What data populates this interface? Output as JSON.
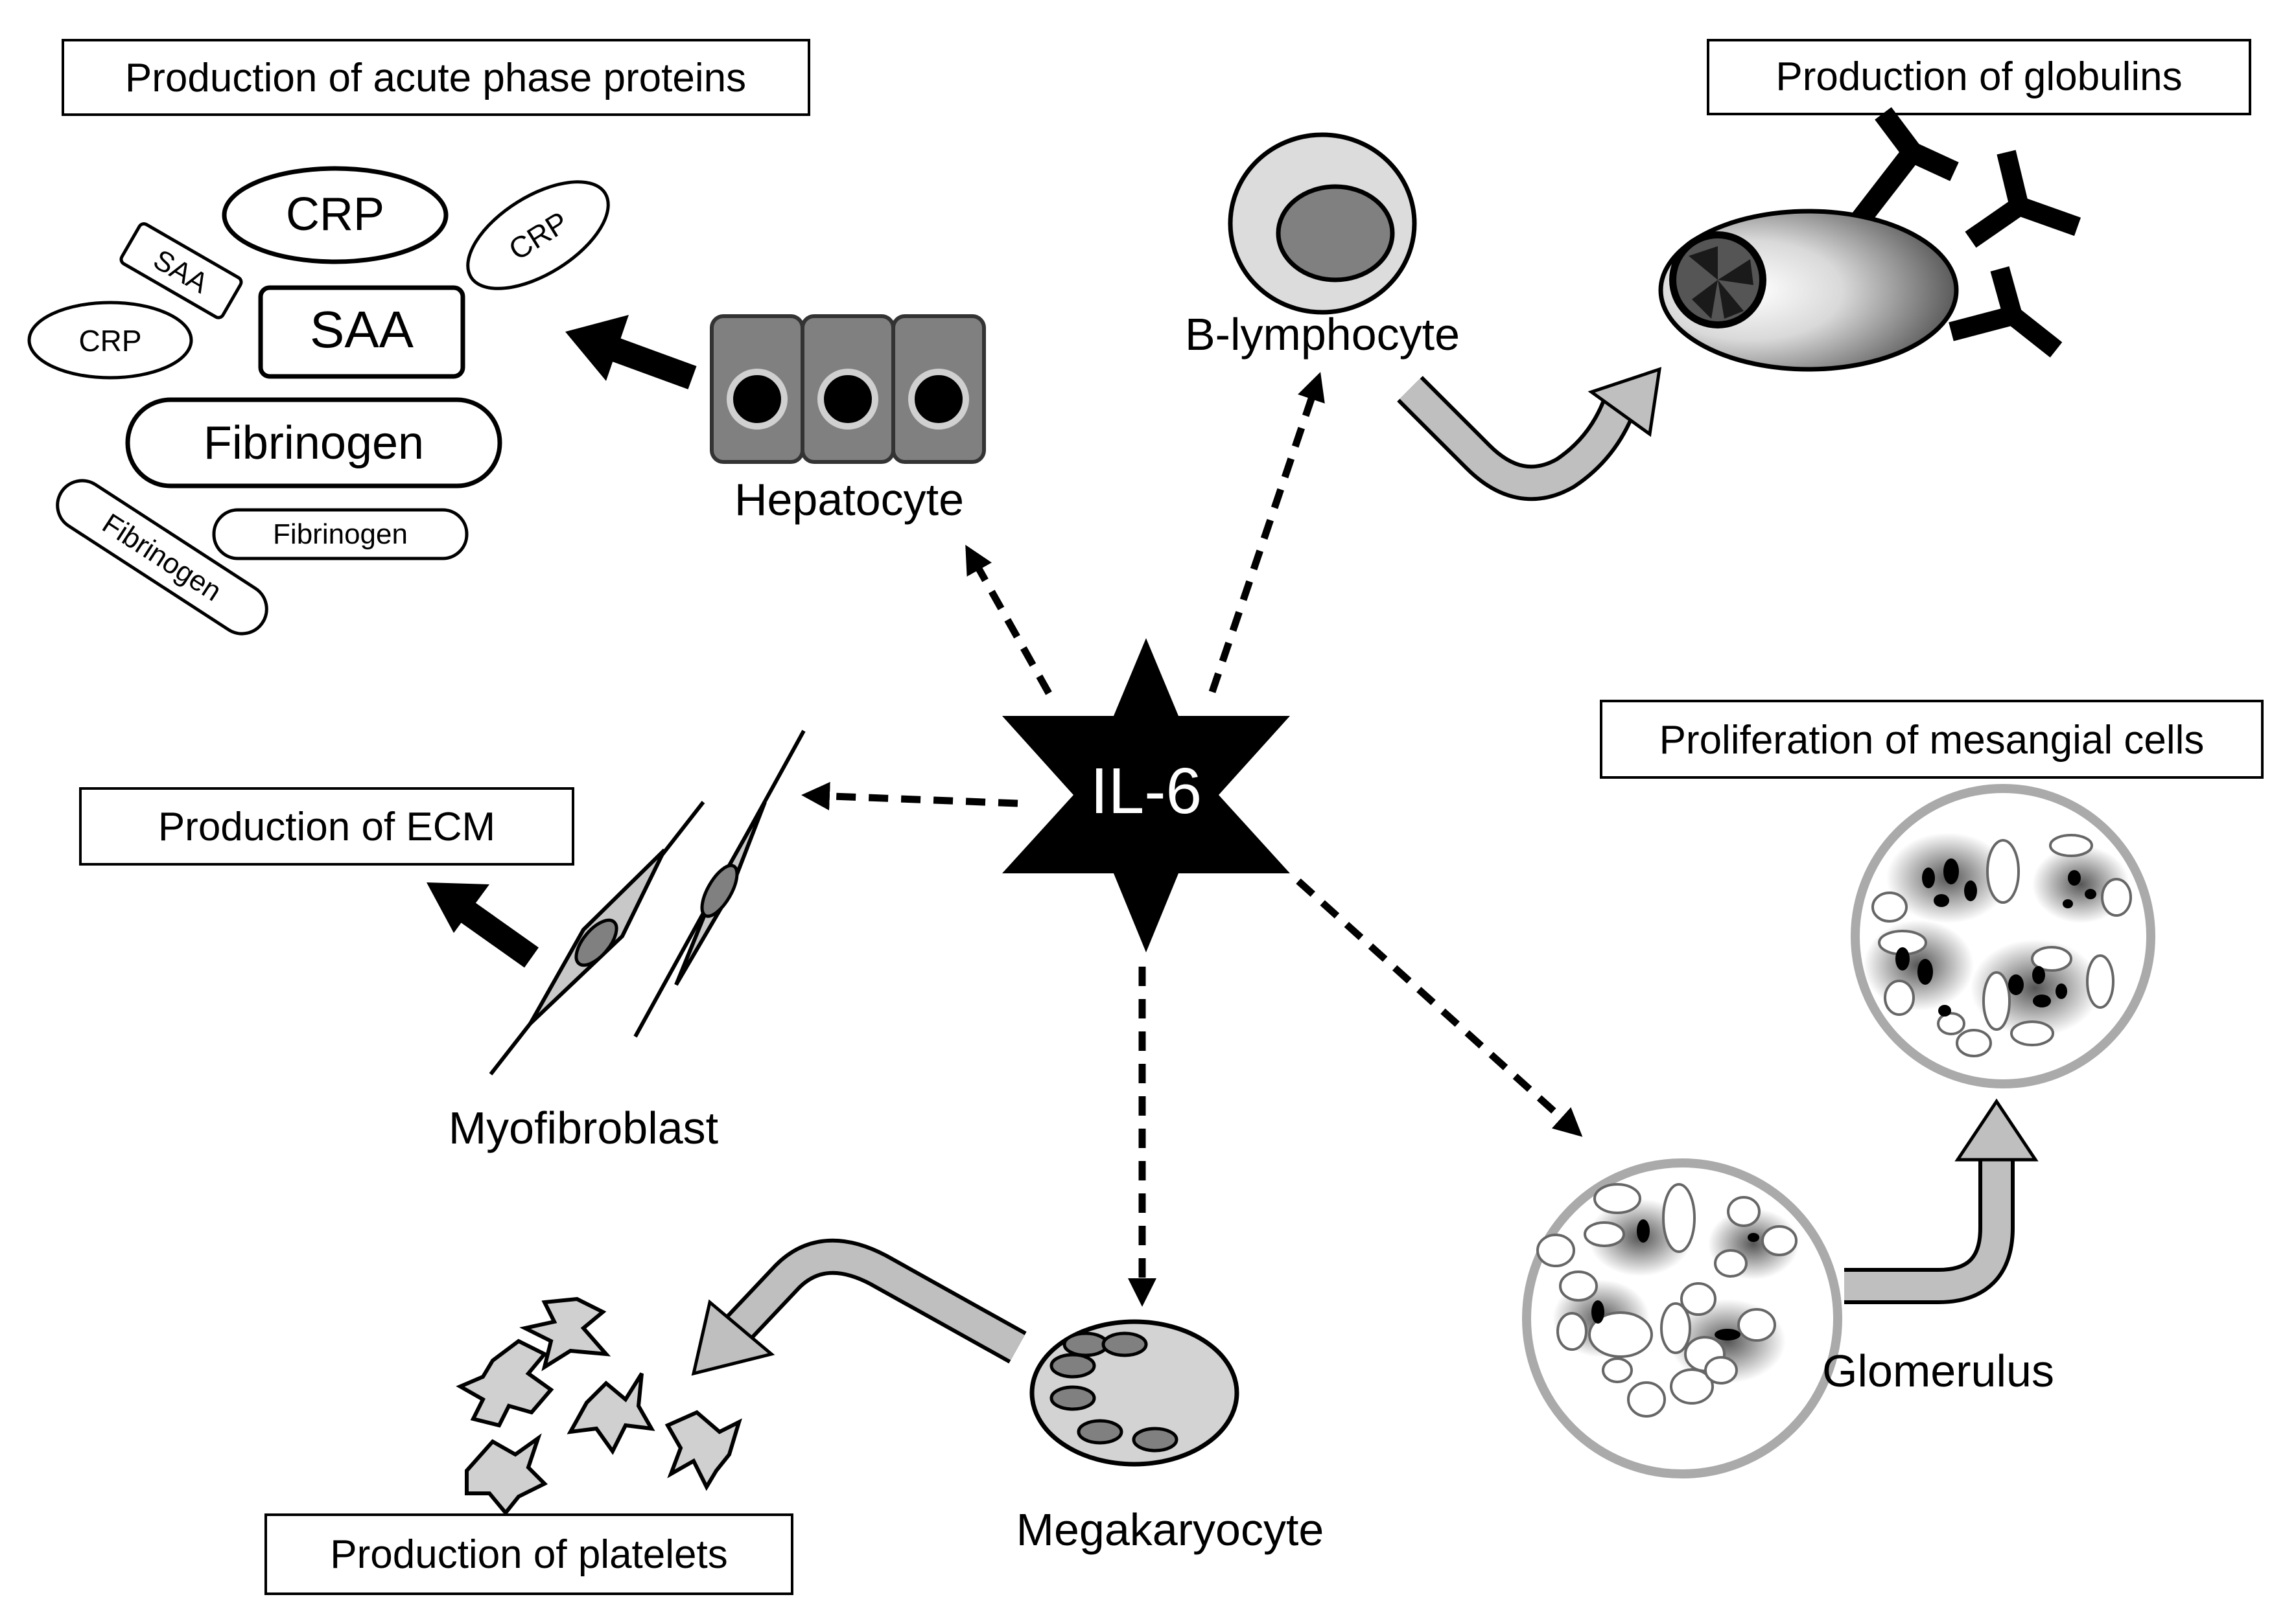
{
  "center": {
    "label": "IL-6"
  },
  "boxes": {
    "acute_phase": "Production of acute phase proteins",
    "globulins": "Production of globulins",
    "mesangial": "Proliferation of mesangial cells",
    "ecm": "Production of ECM",
    "platelets": "Production of platelets"
  },
  "cells": {
    "hepatocyte": "Hepatocyte",
    "b_lymphocyte": "B-lymphocyte",
    "myofibroblast": "Myofibroblast",
    "megakaryocyte": "Megakaryocyte",
    "glomerulus": "Glomerulus"
  },
  "proteins": {
    "crp_large": "CRP",
    "saa_large": "SAA",
    "fibrinogen_large": "Fibrinogen",
    "crp_small_1": "CRP",
    "crp_small_2": "CRP",
    "saa_small": "SAA",
    "fibrinogen_small_1": "Fibrinogen",
    "fibrinogen_small_2": "Fibrinogen"
  }
}
